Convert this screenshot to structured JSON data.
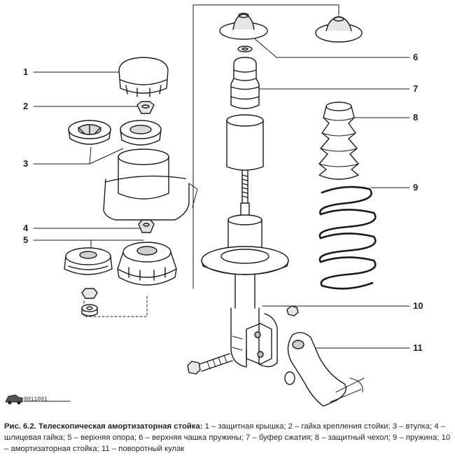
{
  "figure_id": "0011001",
  "caption": {
    "lead": "Рис. 6.2. Телескопическая амортизаторная стойка:",
    "text": " 1 – защитная крышка; 2 – гайка крепления стойки; 3 – втулка; 4 – шлицевая гайка; 5 – верхняя опора; 6 – верхняя чашка пружины; 7 – буфер сжатия; 8 – защитный чехол; 9 – пружина; 10 – амортизаторная стойка; 11 – поворотный кулак"
  },
  "callouts": [
    "1",
    "2",
    "3",
    "4",
    "5",
    "6",
    "7",
    "8",
    "9",
    "10",
    "11"
  ],
  "colors": {
    "line": "#1a1a1a",
    "shade": "#c8c8c8",
    "paper": "#ffffff"
  }
}
